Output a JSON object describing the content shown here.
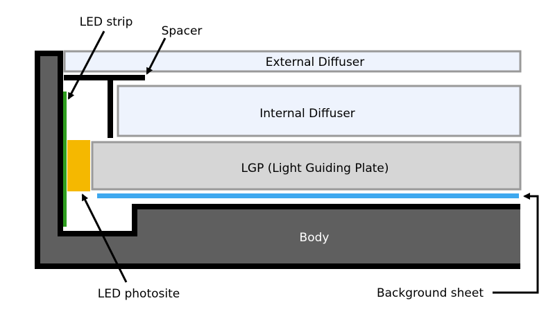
{
  "diagram": {
    "labels": {
      "led_strip": "LED strip",
      "spacer": "Spacer",
      "external_diffuser": "External Diffuser",
      "internal_diffuser": "Internal Diffuser",
      "lgp": "LGP (Light Guiding Plate)",
      "body": "Body",
      "led_photosite": "LED photosite",
      "background_sheet": "Background sheet"
    },
    "colors": {
      "body_fill": "#5f5f5f",
      "outline": "#000000",
      "diffuser_fill": "#eef3fd",
      "diffuser_border": "#999999",
      "lgp_fill": "#d6d6d6",
      "lgp_border": "#9a9a9a",
      "led_strip": "#2e9e1e",
      "led_photosite": "#f5b800",
      "background_sheet": "#3ea8ef"
    }
  }
}
